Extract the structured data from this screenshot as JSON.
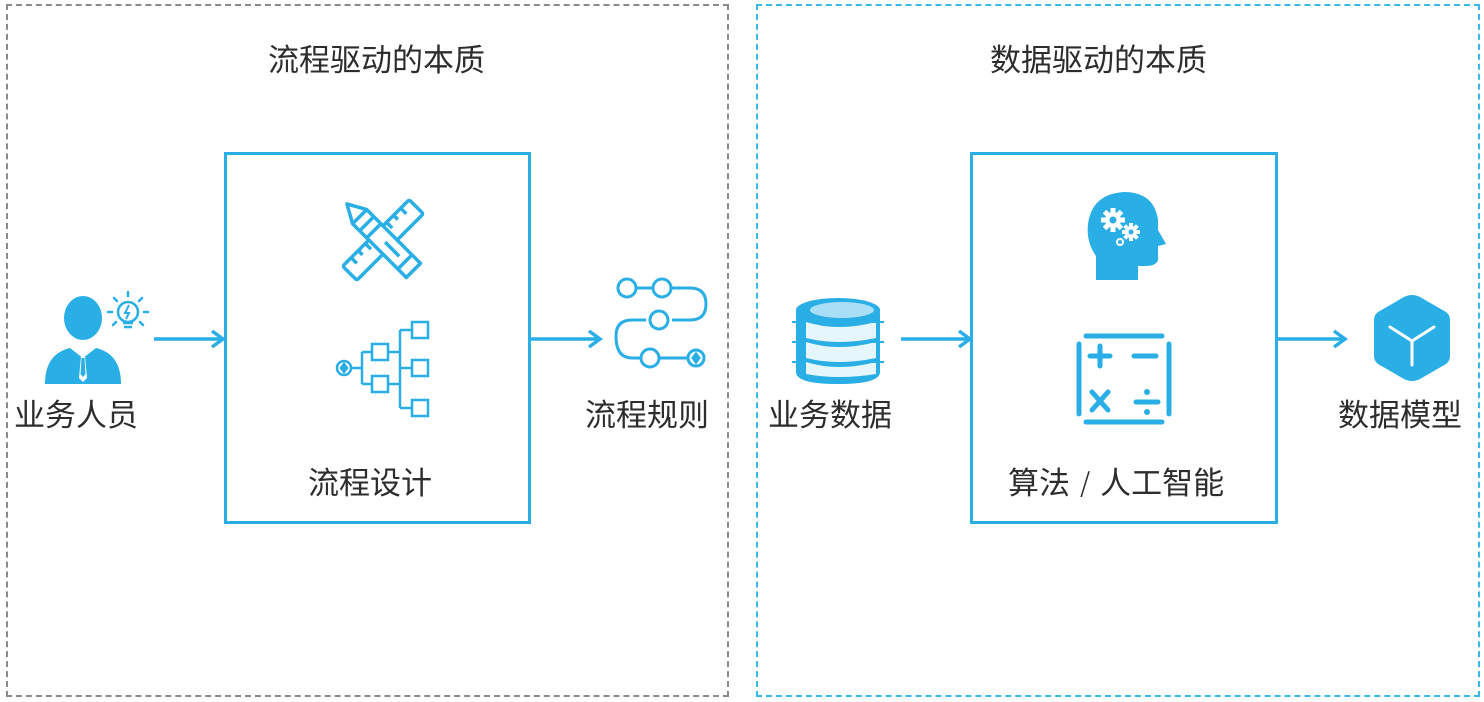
{
  "colors": {
    "accent": "#29aee6",
    "left_border": "#8a8a8a",
    "right_border": "#39b8ea",
    "text": "#2d2d2d"
  },
  "left_panel": {
    "title": "流程驱动的本质",
    "input": {
      "label": "业务人员",
      "icon": "businessman-idea-icon"
    },
    "process": {
      "label": "流程设计",
      "icons": [
        "pencil-ruler-icon",
        "org-tree-icon"
      ]
    },
    "output": {
      "label": "流程规则",
      "icon": "process-path-icon"
    }
  },
  "right_panel": {
    "title": "数据驱动的本质",
    "input": {
      "label": "业务数据",
      "icon": "database-icon"
    },
    "process": {
      "label": "算法 / 人工智能",
      "icons": [
        "head-gears-icon",
        "calculator-icon"
      ]
    },
    "output": {
      "label": "数据模型",
      "icon": "cube-icon"
    }
  }
}
